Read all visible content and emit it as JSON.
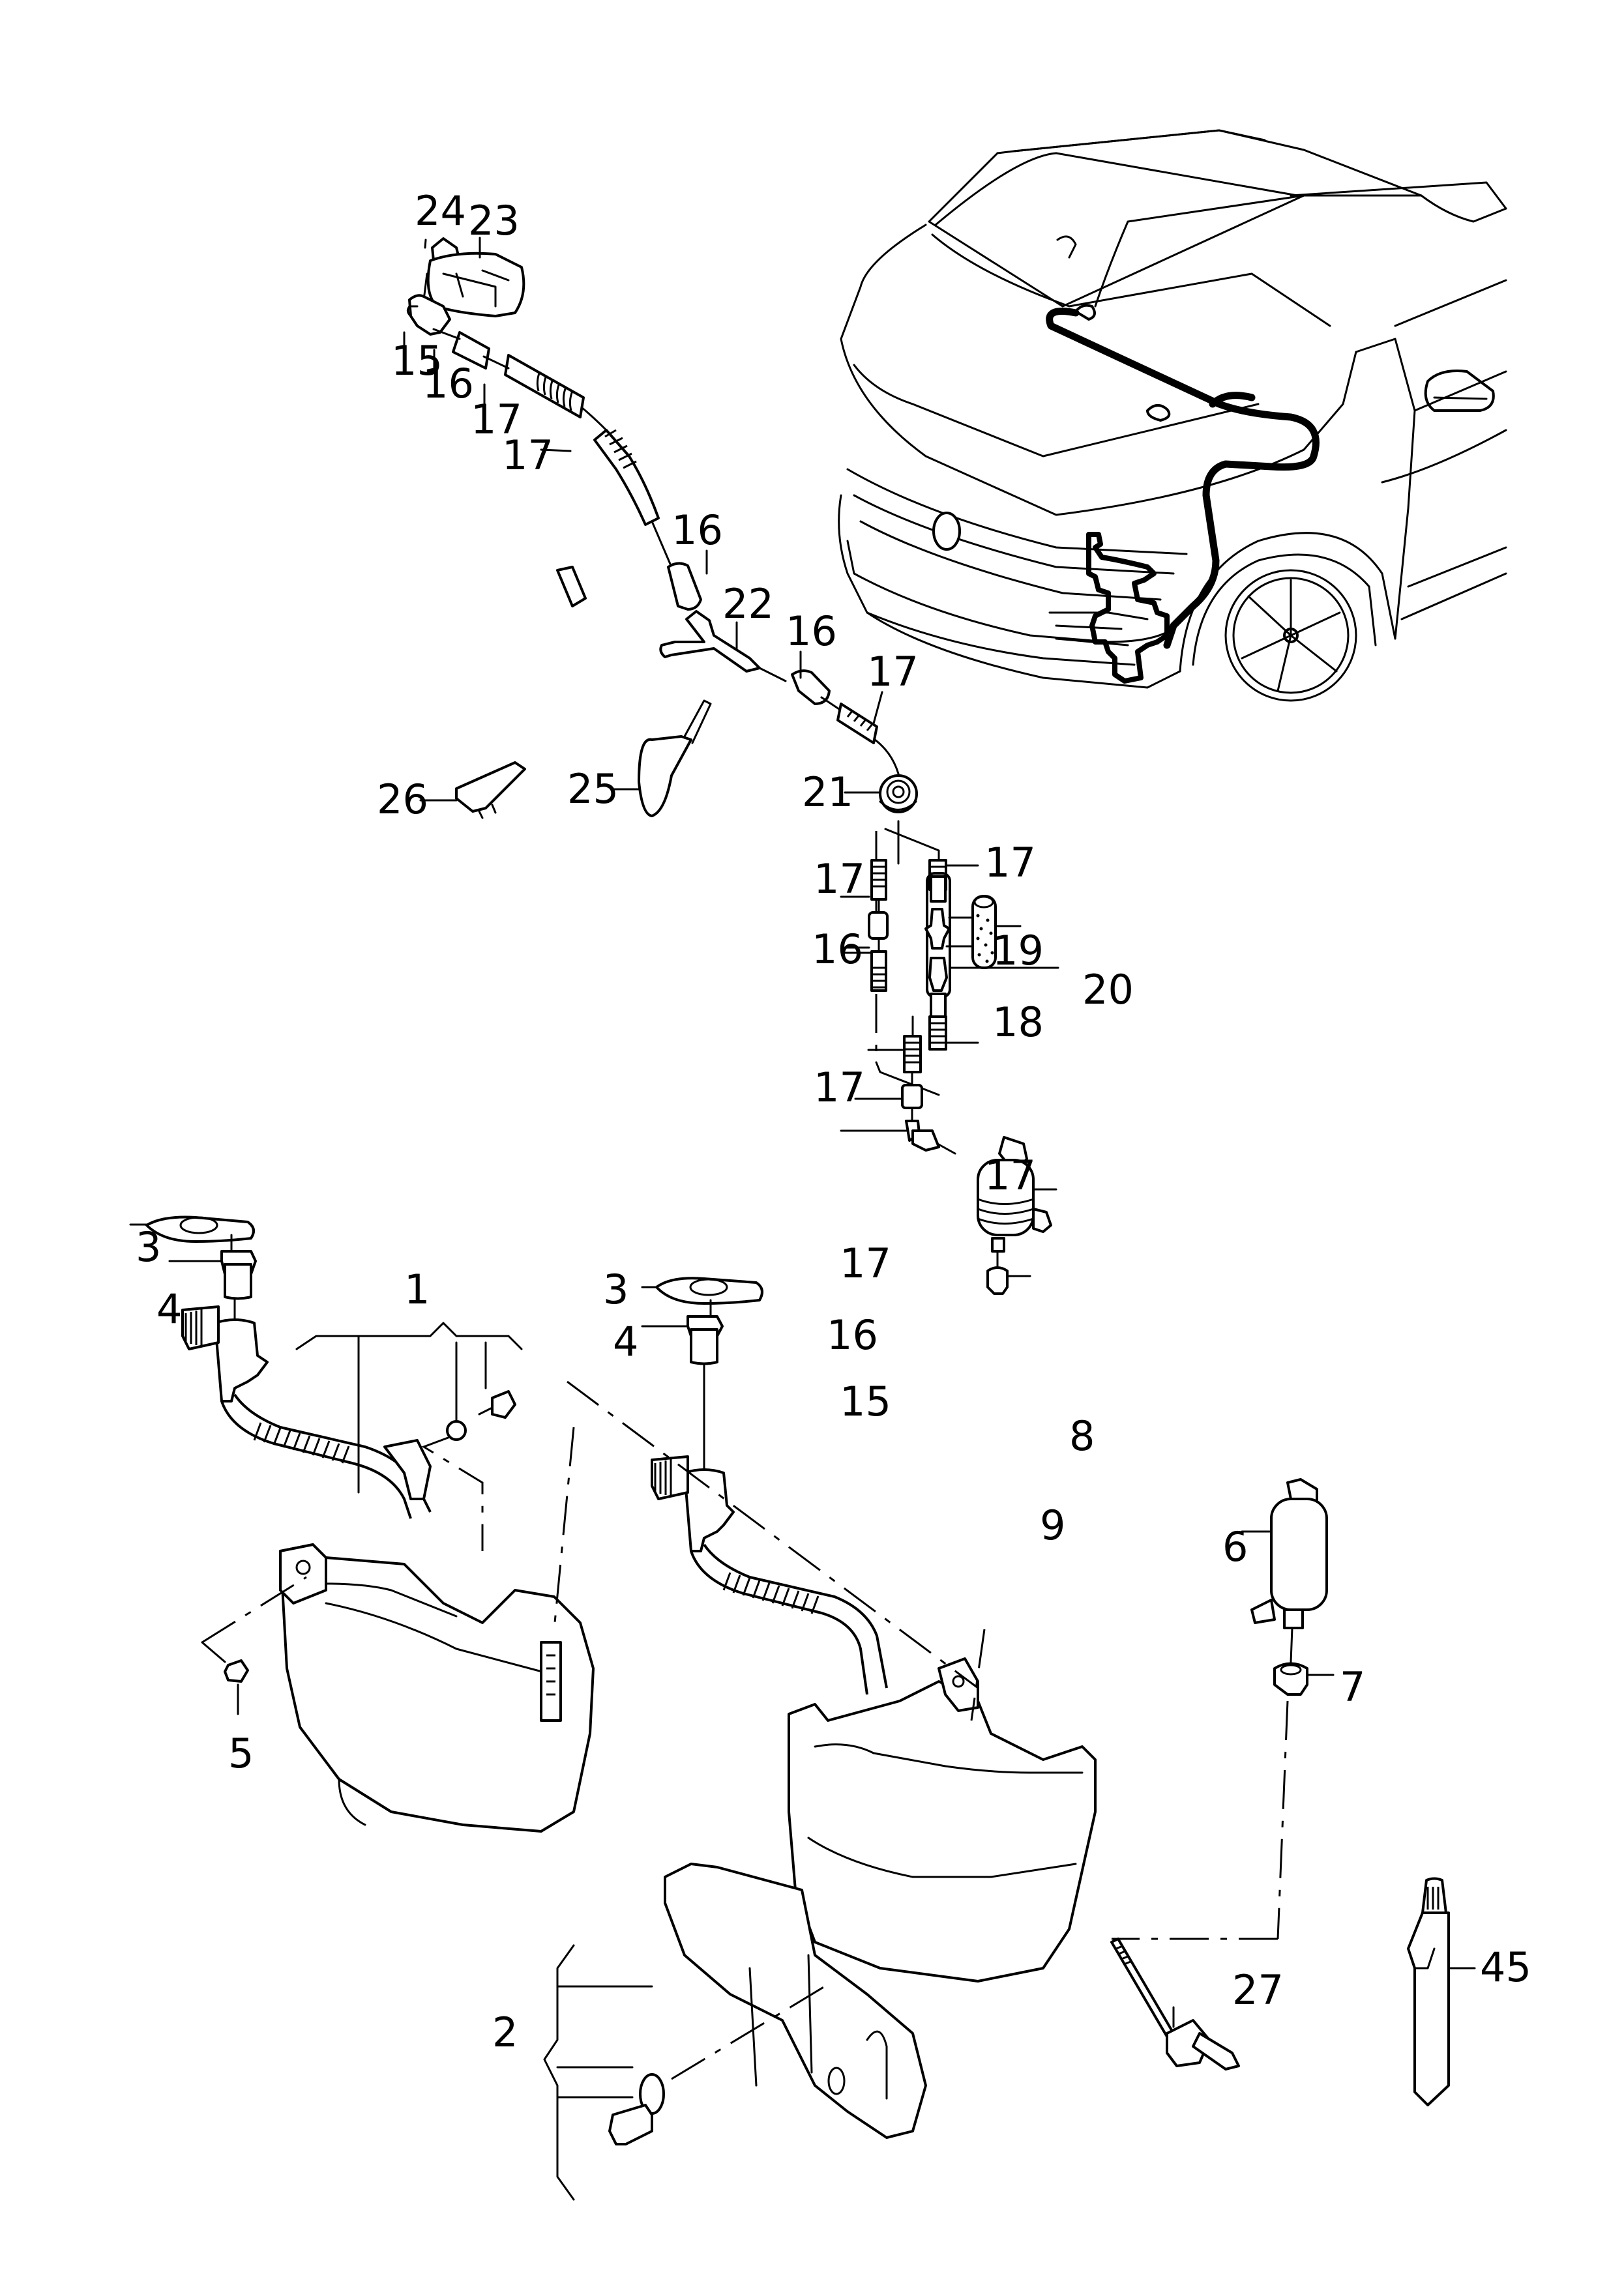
{
  "diagram": {
    "title": "Windscreen washer system exploded parts view",
    "colors": {
      "line": "#000000",
      "background": "#ffffff"
    },
    "callouts": [
      {
        "id": "c24",
        "label": "24",
        "part": "connector"
      },
      {
        "id": "c23",
        "label": "23",
        "part": "washer-jet"
      },
      {
        "id": "c15a",
        "label": "15",
        "part": "connector-piece"
      },
      {
        "id": "c16a",
        "label": "16",
        "part": "hose-sleeve"
      },
      {
        "id": "c17a",
        "label": "17",
        "part": "washer-hose"
      },
      {
        "id": "c17b",
        "label": "17",
        "part": "washer-hose"
      },
      {
        "id": "c16b",
        "label": "16",
        "part": "hose-sleeve"
      },
      {
        "id": "c22",
        "label": "22",
        "part": "y-connector"
      },
      {
        "id": "c16c",
        "label": "16",
        "part": "hose-sleeve"
      },
      {
        "id": "c17c",
        "label": "17",
        "part": "washer-hose"
      },
      {
        "id": "c26",
        "label": "26",
        "part": "hose-clip"
      },
      {
        "id": "c25",
        "label": "25",
        "part": "cable-tie"
      },
      {
        "id": "c21",
        "label": "21",
        "part": "grommet"
      },
      {
        "id": "c17d",
        "label": "17",
        "part": "washer-hose"
      },
      {
        "id": "c17e",
        "label": "17",
        "part": "washer-hose"
      },
      {
        "id": "c16d",
        "label": "16",
        "part": "hose-sleeve"
      },
      {
        "id": "c19",
        "label": "19",
        "part": "connector"
      },
      {
        "id": "c20",
        "label": "20",
        "part": "protective-sleeve"
      },
      {
        "id": "c18",
        "label": "18",
        "part": "non-return-valve"
      },
      {
        "id": "c17f",
        "label": "17",
        "part": "washer-hose"
      },
      {
        "id": "c17g",
        "label": "17",
        "part": "washer-hose"
      },
      {
        "id": "c17h",
        "label": "17",
        "part": "washer-hose"
      },
      {
        "id": "c16e",
        "label": "16",
        "part": "hose-sleeve"
      },
      {
        "id": "c15b",
        "label": "15",
        "part": "connector-piece"
      },
      {
        "id": "c8",
        "label": "8",
        "part": "washer-pump"
      },
      {
        "id": "c9",
        "label": "9",
        "part": "pump-seal"
      },
      {
        "id": "c3a",
        "label": "3",
        "part": "filler-cap"
      },
      {
        "id": "c4a",
        "label": "4",
        "part": "strainer"
      },
      {
        "id": "c1",
        "label": "1",
        "part": "washer-reservoir-assembly"
      },
      {
        "id": "c5",
        "label": "5",
        "part": "nut"
      },
      {
        "id": "c3b",
        "label": "3",
        "part": "filler-cap"
      },
      {
        "id": "c4b",
        "label": "4",
        "part": "strainer"
      },
      {
        "id": "c6",
        "label": "6",
        "part": "washer-pump"
      },
      {
        "id": "c7",
        "label": "7",
        "part": "pump-seal"
      },
      {
        "id": "c2",
        "label": "2",
        "part": "washer-reservoir-assembly"
      },
      {
        "id": "c27",
        "label": "27",
        "part": "cable-tie-holder"
      },
      {
        "id": "c45",
        "label": "45",
        "part": "washer-fluid-bottle"
      }
    ]
  }
}
